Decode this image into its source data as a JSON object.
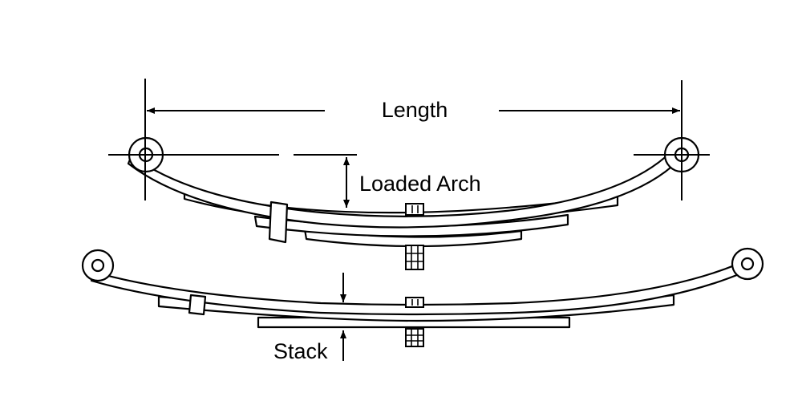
{
  "labels": {
    "length": "Length",
    "loaded_arch": "Loaded Arch",
    "stack": "Stack"
  },
  "colors": {
    "line": "#000000",
    "background": "#ffffff"
  }
}
